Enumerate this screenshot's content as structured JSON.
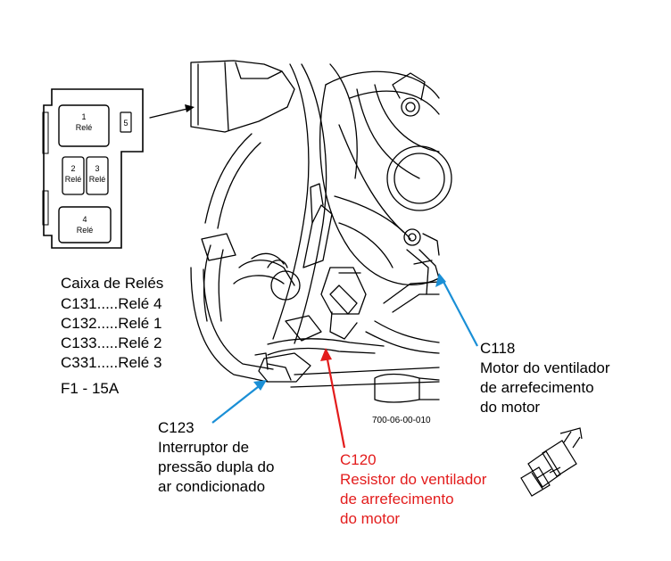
{
  "relay_box": {
    "relays": [
      {
        "num": "1",
        "text": "Relé"
      },
      {
        "num": "2",
        "text": "Relé"
      },
      {
        "num": "3",
        "text": "Relé"
      },
      {
        "num": "4",
        "text": "Relé"
      }
    ],
    "fuse_label": "5"
  },
  "legend": {
    "title": "Caixa de Relés",
    "lines": [
      "C131.....Relé 4",
      "C132.....Relé 1",
      "C133.....Relé 2",
      "C331.....Relé 3"
    ],
    "fuse": "F1 - 15A"
  },
  "callouts": {
    "c118": {
      "code": "C118",
      "lines": [
        "Motor do ventilador",
        "de arrefecimento",
        "do motor"
      ]
    },
    "c123": {
      "code": "C123",
      "lines": [
        "Interruptor de",
        "pressão dupla do",
        "ar condicionado"
      ]
    },
    "c120": {
      "code": "C120",
      "lines": [
        "Resistor do ventilador",
        "de arrefecimento",
        "do motor"
      ]
    }
  },
  "figure_id": "700-06-00-010",
  "colors": {
    "blue_arrow": "#1a8fd6",
    "red_arrow": "#e31c1c",
    "red_text": "#e31c1c"
  }
}
